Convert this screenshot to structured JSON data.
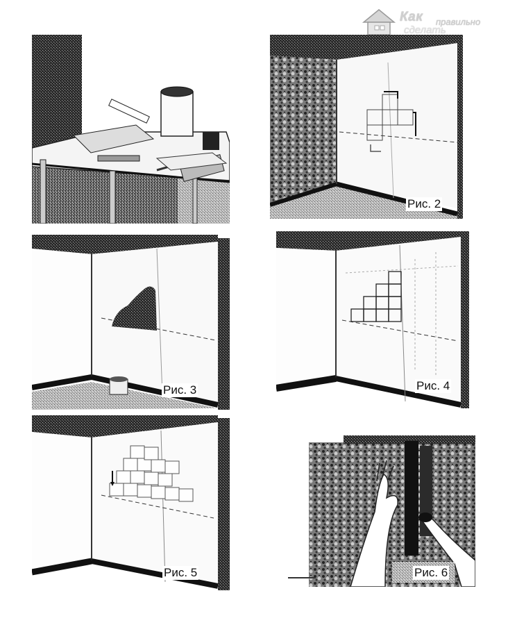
{
  "watermark": {
    "line1": "Как",
    "line2": "правильно",
    "line3": "сделать",
    "icon": "house-logo-icon"
  },
  "figures": [
    {
      "id": "fig1",
      "caption": ""
    },
    {
      "id": "fig2",
      "caption": "Рис. 2"
    },
    {
      "id": "fig3",
      "caption": "Рис. 3"
    },
    {
      "id": "fig4",
      "caption": "Рис. 4"
    },
    {
      "id": "fig5",
      "caption": "Рис. 5"
    },
    {
      "id": "fig6",
      "caption": "Рис. 6"
    }
  ],
  "colors": {
    "ink": "#1a1a1a",
    "paper": "#ffffff",
    "grey": "#8a8a8a"
  }
}
